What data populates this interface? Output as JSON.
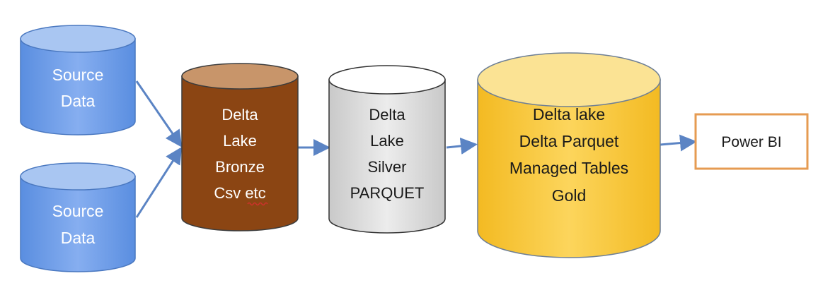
{
  "nodes": {
    "source1": {
      "lines": [
        "Source",
        "Data"
      ]
    },
    "source2": {
      "lines": [
        "Source",
        "Data"
      ]
    },
    "bronze": {
      "lines": [
        "Delta",
        "Lake",
        "Bronze",
        "Csv etc"
      ]
    },
    "silver": {
      "lines": [
        "Delta",
        "Lake",
        "Silver",
        "PARQUET"
      ]
    },
    "gold": {
      "lines": [
        "Delta lake",
        "Delta Parquet",
        "Managed Tables",
        "Gold"
      ]
    },
    "powerbi": {
      "label": "Power BI"
    }
  },
  "colors": {
    "source_fill": "#6f9ee8",
    "source_top": "#a9c6f2",
    "bronze_fill": "#8b4513",
    "bronze_top": "#c8956a",
    "silver_fill": "#d7d7d7",
    "silver_top": "#ffffff",
    "gold_fill": "#f8c531",
    "gold_top": "#fbe394",
    "arrow": "#5b84c4",
    "powerbi_border": "#e69b52"
  }
}
